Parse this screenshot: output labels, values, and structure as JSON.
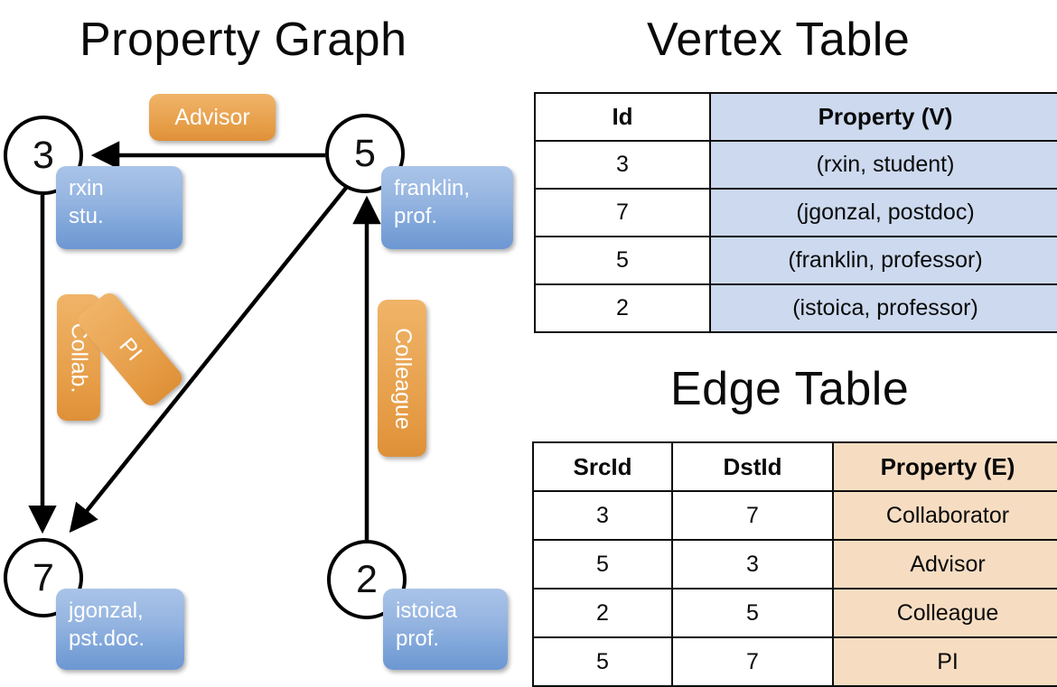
{
  "titles": {
    "property_graph": "Property Graph",
    "vertex_table": "Vertex Table",
    "edge_table": "Edge Table"
  },
  "graph": {
    "nodes": [
      {
        "id": "3",
        "property_label": "rxin\nstu.",
        "line1": "rxin",
        "line2": "stu."
      },
      {
        "id": "5",
        "property_label": "franklin,\nprof.",
        "line1": "franklin,",
        "line2": "prof."
      },
      {
        "id": "7",
        "property_label": "jgonzal,\npst.doc.",
        "line1": "jgonzal,",
        "line2": "pst.doc."
      },
      {
        "id": "2",
        "property_label": "istoica\nprof.",
        "line1": "istoica",
        "line2": "prof."
      }
    ],
    "edge_labels": [
      {
        "name": "advisor",
        "text": "Advisor",
        "orientation": "horizontal"
      },
      {
        "name": "collab",
        "text": "Collab.",
        "orientation": "vertical"
      },
      {
        "name": "pi",
        "text": "PI",
        "orientation": "rotated"
      },
      {
        "name": "colleague",
        "text": "Colleague",
        "orientation": "vertical"
      }
    ],
    "edges": [
      {
        "src": "5",
        "dst": "3",
        "label": "Advisor"
      },
      {
        "src": "3",
        "dst": "7",
        "label": "Collab."
      },
      {
        "src": "5",
        "dst": "7",
        "label": "PI"
      },
      {
        "src": "2",
        "dst": "5",
        "label": "Colleague"
      }
    ]
  },
  "vertex_table": {
    "columns": [
      "Id",
      "Property (V)"
    ],
    "rows": [
      {
        "id": "3",
        "property": "(rxin, student)"
      },
      {
        "id": "7",
        "property": "(jgonzal, postdoc)"
      },
      {
        "id": "5",
        "property": "(franklin, professor)"
      },
      {
        "id": "2",
        "property": "(istoica, professor)"
      }
    ]
  },
  "edge_table": {
    "columns": [
      "SrcId",
      "DstId",
      "Property (E)"
    ],
    "rows": [
      {
        "src": "3",
        "dst": "7",
        "property": "Collaborator"
      },
      {
        "src": "5",
        "dst": "3",
        "property": "Advisor"
      },
      {
        "src": "2",
        "dst": "5",
        "property": "Colleague"
      },
      {
        "src": "5",
        "dst": "7",
        "property": "PI"
      }
    ]
  },
  "colors": {
    "vertex_property_fill": "#ccd9ee",
    "edge_property_fill": "#f6ddc2",
    "node_box_blue": "#7fa6da",
    "edge_label_orange": "#e59b44",
    "stroke": "#000000",
    "background": "#ffffff"
  }
}
